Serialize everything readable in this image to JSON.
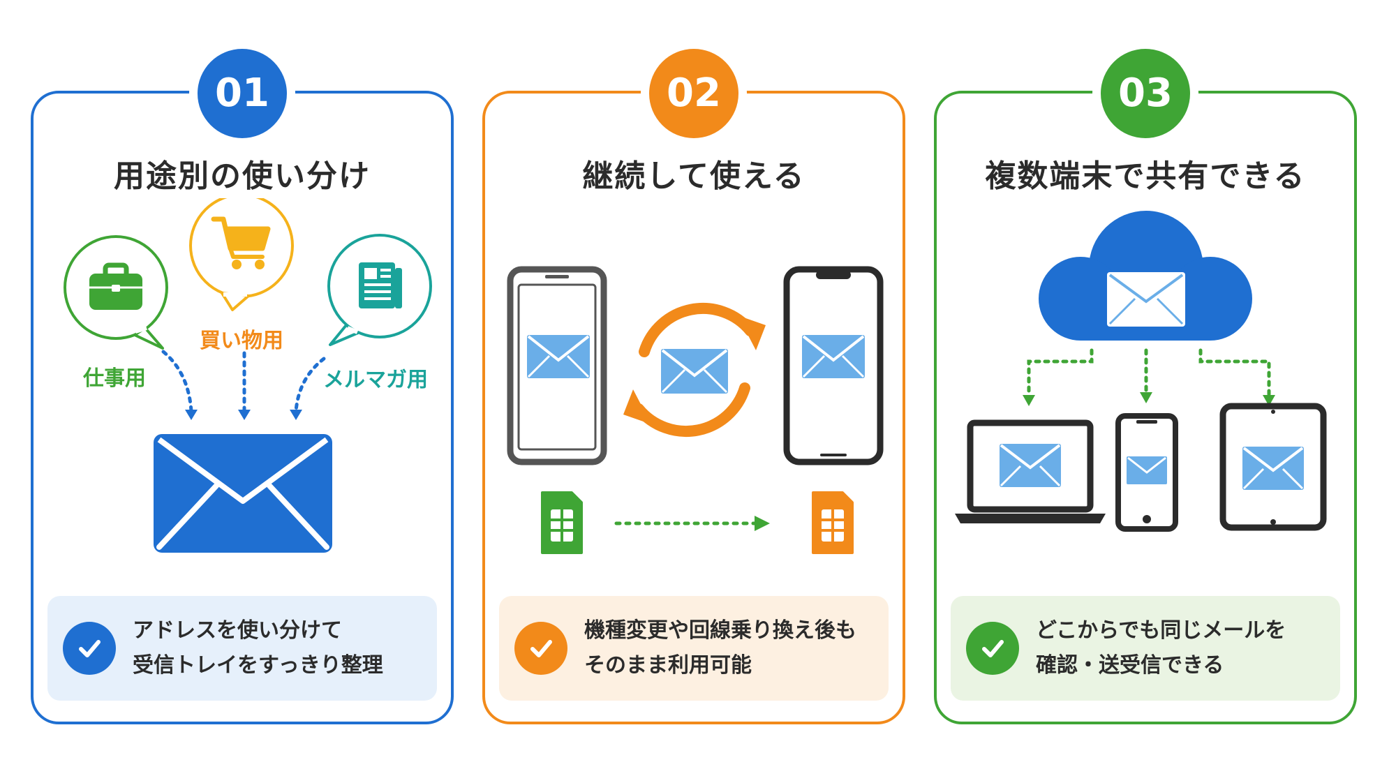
{
  "cards": [
    {
      "number": "01",
      "title": "用途別の使い分け",
      "labels": {
        "work": "仕事用",
        "shopping": "買い物用",
        "newsletter": "メルマガ用"
      },
      "info_lines": [
        "アドレスを使い分けて",
        "受信トレイをすっきり整理"
      ]
    },
    {
      "number": "02",
      "title": "継続して使える",
      "info_lines": [
        "機種変更や回線乗り換え後も",
        "そのまま利用可能"
      ]
    },
    {
      "number": "03",
      "title": "複数端末で共有できる",
      "info_lines": [
        "どこからでも同じメールを",
        "確認・送受信できる"
      ]
    }
  ],
  "colors": {
    "blue": "#1f6fd1",
    "orange": "#f28a1a",
    "green": "#3fa535",
    "teal": "#1aa39a",
    "envelope_light": "#6aaee8"
  },
  "icons": [
    "briefcase-icon",
    "shopping-cart-icon",
    "newspaper-icon",
    "envelope-icon",
    "sync-arrows-icon",
    "sim-card-icon",
    "cloud-icon",
    "laptop-icon",
    "smartphone-icon",
    "tablet-icon",
    "check-icon"
  ]
}
